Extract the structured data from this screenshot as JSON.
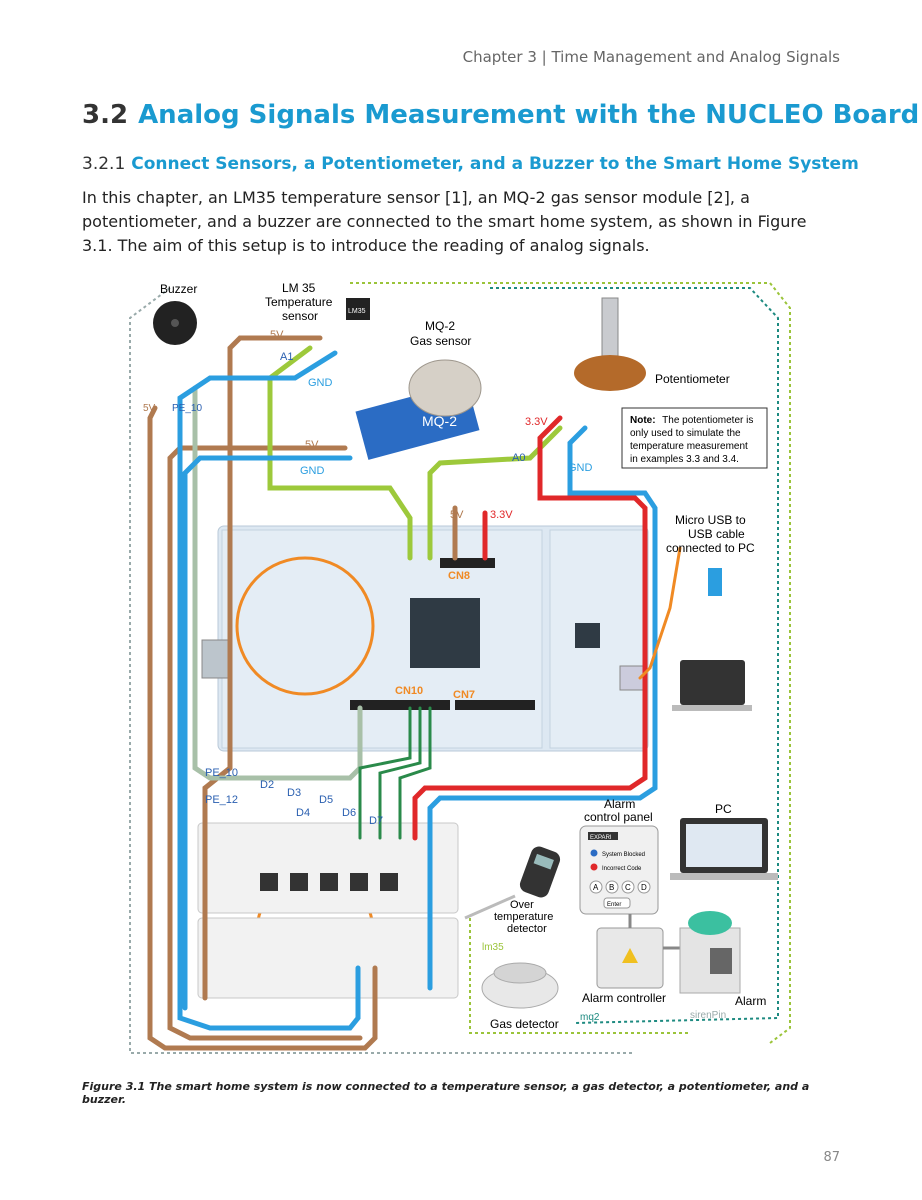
{
  "running_head": "Chapter 3 | Time Management and Analog Signals",
  "section": {
    "number": "3.2",
    "title": "Analog Signals Measurement with the NUCLEO Board"
  },
  "subsection": {
    "number": "3.2.1",
    "title": "Connect Sensors, a Potentiometer, and a Buzzer to the Smart Home System"
  },
  "paragraph": "In this chapter, an LM35 temperature sensor [1], an MQ-2 gas sensor module [2], a potentiometer, and a buzzer are connected to the smart home system, as shown in Figure 3.1. The aim of this setup is to introduce the reading of analog signals.",
  "figure": {
    "labels": {
      "buzzer": "Buzzer",
      "lm35_1": "LM 35",
      "lm35_2": "Temperature",
      "lm35_3": "sensor",
      "lm35_chip": "LM35",
      "mq2_1": "MQ-2",
      "mq2_2": "Gas sensor",
      "mq2_body": "MQ-2",
      "potentiometer": "Potentiometer",
      "note_bold": "Note:",
      "note_1": "The potentiometer is",
      "note_2": "only used to simulate the",
      "note_3": "temperature  measurement",
      "note_4": "in examples 3.3 and 3.4.",
      "usb_1": "Micro USB to",
      "usb_2": "USB cable",
      "usb_3": "connected to PC",
      "cn8": "CN8",
      "cn10": "CN10",
      "cn7": "CN7",
      "alarm_panel_1": "Alarm",
      "alarm_panel_2": "control panel",
      "pc": "PC",
      "panel_title": "EXPARI",
      "system_blocked": "System Blocked",
      "incorrect_code": "Incorrect Code",
      "key_a": "A",
      "key_b": "B",
      "key_c": "C",
      "key_d": "D",
      "enter": "Enter",
      "over_temp_1": "Over",
      "over_temp_2": "temperature",
      "over_temp_3": "detector",
      "lm35_signal": "lm35",
      "alarm_controller": "Alarm controller",
      "alarm": "Alarm",
      "gas_detector": "Gas detector",
      "mq2_signal": "mq2",
      "siren_pin": "sirenPin"
    },
    "pins": {
      "v5_a": "5V",
      "a1": "A1",
      "gnd_a": "GND",
      "v5_b": "5V",
      "gnd_b": "GND",
      "v5_buzzer": "5V",
      "pe10_buzzer": "PE_10",
      "v33_pot": "3.3V",
      "a0": "A0",
      "gnd_pot": "GND",
      "v5_board": "5V",
      "v33_board": "3.3V",
      "pe_10": "PE_10",
      "pe_12": "PE_12",
      "d2": "D2",
      "d3": "D3",
      "d4": "D4",
      "d5": "D5",
      "d6": "D6",
      "d7": "D7"
    }
  },
  "caption": "Figure 3.1 The smart home system is now connected to a temperature sensor, a gas detector, a potentiometer, and a buzzer.",
  "page_number": "87",
  "colors": {
    "heading": "#1a9ad0",
    "wire_red": "#e0282a",
    "wire_blue": "#2b9ee0",
    "wire_brown": "#b07a50",
    "wire_green": "#9dc93b",
    "wire_dark_green": "#2a8a4a",
    "wire_orange": "#f08a24",
    "board": "#dde8f2",
    "dashed_green": "#9bc43a",
    "dashed_teal": "#1d8a80"
  }
}
